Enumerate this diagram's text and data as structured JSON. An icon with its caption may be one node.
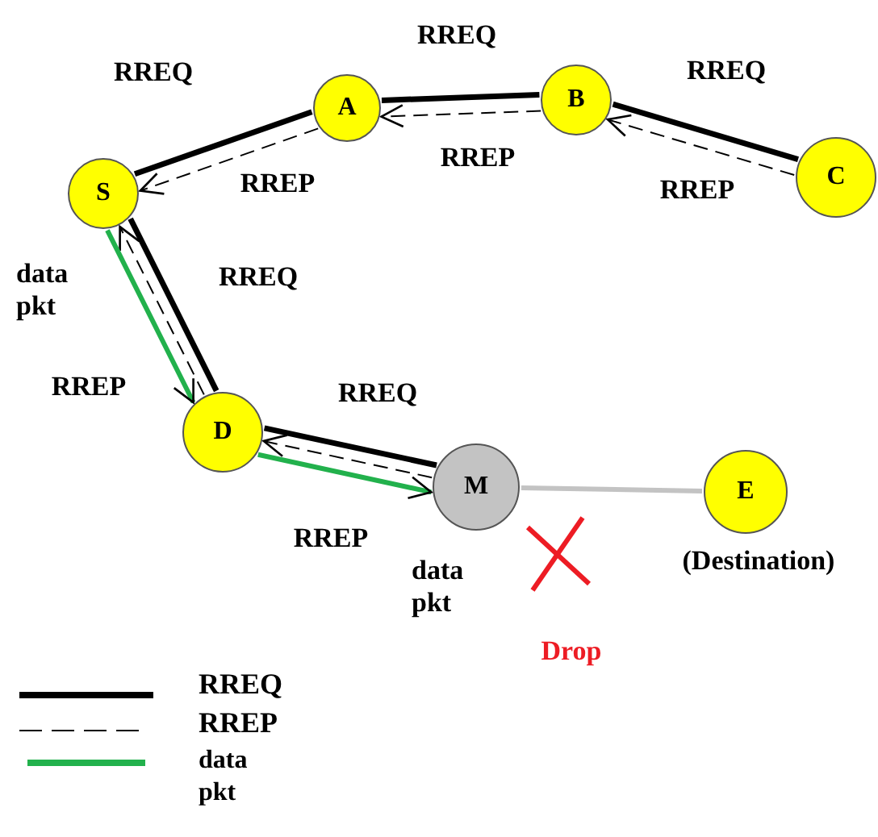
{
  "diagram": {
    "nodes": [
      {
        "text": [
          "S"
        ]
      },
      {
        "text": [
          "A"
        ]
      },
      {
        "text": [
          "B"
        ]
      },
      {
        "text": [
          "C"
        ]
      },
      {
        "text": [
          "D"
        ]
      },
      {
        "text": [
          "M"
        ]
      },
      {
        "text": [
          "E"
        ],
        "beside": [
          "(Destination)"
        ]
      }
    ],
    "edges": [
      {
        "from": 0,
        "to": 1,
        "arrow": "none",
        "label": "RREQ"
      },
      {
        "from": 1,
        "to": 2,
        "arrow": "none",
        "label": "RREQ"
      },
      {
        "from": 2,
        "to": 3,
        "arrow": "none",
        "label": "RREQ"
      },
      {
        "from": 1,
        "to": 0,
        "arrow": "to",
        "label": "RREP",
        "style": "dashed"
      },
      {
        "from": 2,
        "to": 1,
        "arrow": "to",
        "label": "RREP",
        "style": "dashed"
      },
      {
        "from": 3,
        "to": 2,
        "arrow": "to",
        "label": "RREP",
        "style": "dashed"
      },
      {
        "from": 0,
        "to": 4,
        "arrow": "none",
        "label": "RREQ"
      },
      {
        "from": 4,
        "to": 0,
        "arrow": "to",
        "label": "RREP",
        "style": "dashed"
      },
      {
        "from": 0,
        "to": 4,
        "arrow": "to",
        "label": "data pkt",
        "color": "#22b14c"
      },
      {
        "from": 4,
        "to": 5,
        "arrow": "none",
        "label": "RREQ"
      },
      {
        "from": 5,
        "to": 4,
        "arrow": "to",
        "label": "RREP",
        "style": "dashed"
      },
      {
        "from": 4,
        "to": 5,
        "arrow": "to",
        "label": "data pkt",
        "color": "#22b14c"
      },
      {
        "from": 5,
        "to": 6,
        "arrow": "none",
        "color": "#c3c3c3"
      }
    ],
    "labels": [
      "Drop"
    ],
    "legend": [
      {
        "text": "RREQ"
      },
      {
        "text": "RREP"
      },
      {
        "text": "data pkt"
      }
    ]
  }
}
